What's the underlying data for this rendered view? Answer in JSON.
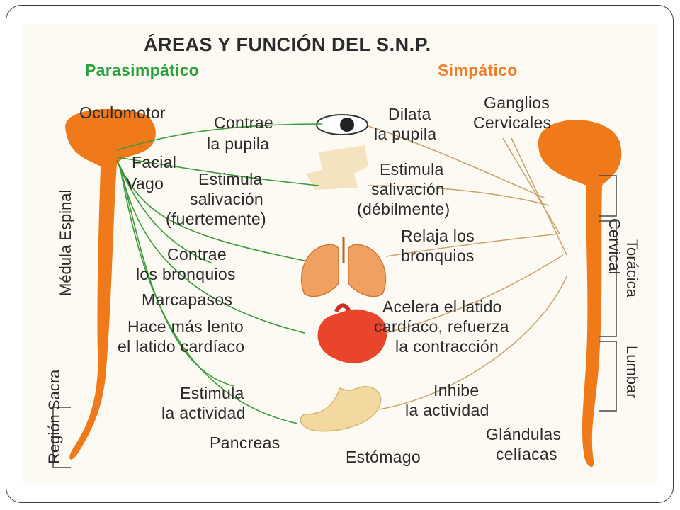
{
  "title": "ÁREAS Y FUNCIÓN DEL S.N.P.",
  "legend": {
    "parasympathetic": "Parasimpático",
    "sympathetic": "Simpático"
  },
  "labels": {
    "oculomotor": "Oculomotor",
    "facial": "Facial",
    "vago": "Vago",
    "ganglios_1": "Ganglios",
    "ganglios_2": "Cervicales",
    "contrae_pupila_1": "Contrae",
    "contrae_pupila_2": "la pupila",
    "dilata_pupila_1": "Dilata",
    "dilata_pupila_2": "la pupila",
    "estimula_fuerte_1": "Estimula",
    "estimula_fuerte_2": "salivación",
    "estimula_fuerte_3": "(fuertemente)",
    "estimula_debil_1": "Estimula",
    "estimula_debil_2": "salivación",
    "estimula_debil_3": "(débilmente)",
    "relaja_1": "Relaja los",
    "relaja_2": "bronquios",
    "contrae_bronquios_1": "Contrae",
    "contrae_bronquios_2": "los bronquios",
    "marcapasos": "Marcapasos",
    "lento_1": "Hace más lento",
    "lento_2": "el latido cardíaco",
    "acelera_1": "Acelera el latido",
    "acelera_2": "cardíaco, refuerza",
    "acelera_3": "la contracción",
    "estimula_act_1": "Estimula",
    "estimula_act_2": "la actividad",
    "inhibe_1": "Inhibe",
    "inhibe_2": "la actividad",
    "pancreas": "Pancreas",
    "estomago": "Estómago",
    "glandulas_1": "Glándulas",
    "glandulas_2": "celíacas",
    "medula": "Médula Espinal",
    "region_sacra": "Región Sacra",
    "cervical": "Cervical",
    "toracica": "Torácica",
    "lumbar": "Lumbar"
  },
  "colors": {
    "spine": "#f07a1a",
    "parasympathetic_line": "#3b9a3b",
    "sympathetic_line": "#c9a36a",
    "heart": "#e8452a",
    "lungs": "#f0a060",
    "stomach": "#f3d9a0"
  }
}
